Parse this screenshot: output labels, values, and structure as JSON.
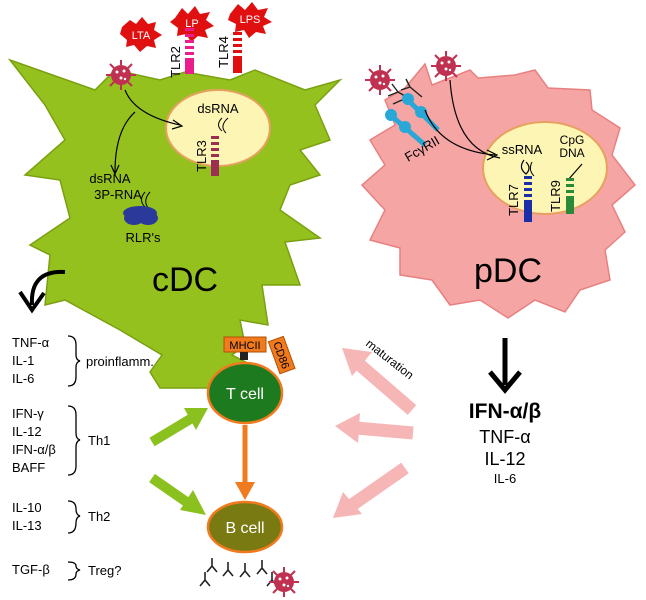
{
  "colors": {
    "cdc_fill": "#95c11f",
    "pdc_fill": "#f6a5a5",
    "nucleus_fill": "#fdf5b4",
    "tcell_fill": "#1e7a1e",
    "bcell_fill": "#7a7a12",
    "tlr_magenta": "#e91e8c",
    "tlr_red": "#e01010",
    "tlr_purple": "#9b2f52",
    "tlr_blue": "#1a2ea8",
    "tlr_green": "#2a8a3a",
    "receptor_cyan": "#29a8d8",
    "rlr_blue": "#2b3a9a",
    "arrow_green": "#8bc11f",
    "arrow_pink": "#f7b6b6",
    "arrow_orange": "#f07a1e",
    "mhc_orange": "#f07a1e",
    "pathogen_red": "#c03050",
    "ligand_red": "#e01010"
  },
  "icons": {
    "pathogen": "virus-icon",
    "ligand": "starburst-icon",
    "antibody": "antibody-icon"
  },
  "ligands": [
    "LTA",
    "LP",
    "LPS"
  ],
  "receptors": {
    "tlr2": "TLR2",
    "tlr4": "TLR4",
    "tlr3": "TLR3",
    "tlr7": "TLR7",
    "tlr9": "TLR9",
    "fcr": "FcγRII",
    "rlr": "RLR's"
  },
  "nucleic_acids": {
    "cdc_endosome": "dsRNA",
    "cdc_cytoplasm_1": "dsRNA",
    "cdc_cytoplasm_2": "3P-RNA",
    "pdc_ssrna": "ssRNA",
    "pdc_cpg_1": "CpG",
    "pdc_cpg_2": "DNA"
  },
  "cells": {
    "cdc": "cDC",
    "pdc": "pDC",
    "tcell": "T cell",
    "bcell": "B cell",
    "mhc": "MHCII",
    "cd86": "CD86"
  },
  "cytokine_groups": [
    {
      "items": [
        "TNF-α",
        "IL-1",
        "IL-6"
      ],
      "label": "proinflamm."
    },
    {
      "items": [
        "IFN-γ",
        "IL-12",
        "IFN-α/β",
        "BAFF"
      ],
      "label": "Th1"
    },
    {
      "items": [
        "IL-10",
        "IL-13"
      ],
      "label": "Th2"
    },
    {
      "items": [
        "TGF-β"
      ],
      "label": "Treg?"
    }
  ],
  "pdc_outputs": {
    "main": "IFN-α/β",
    "items": [
      "TNF-α",
      "IL-12",
      "IL-6"
    ]
  },
  "maturation_label": "maturation"
}
